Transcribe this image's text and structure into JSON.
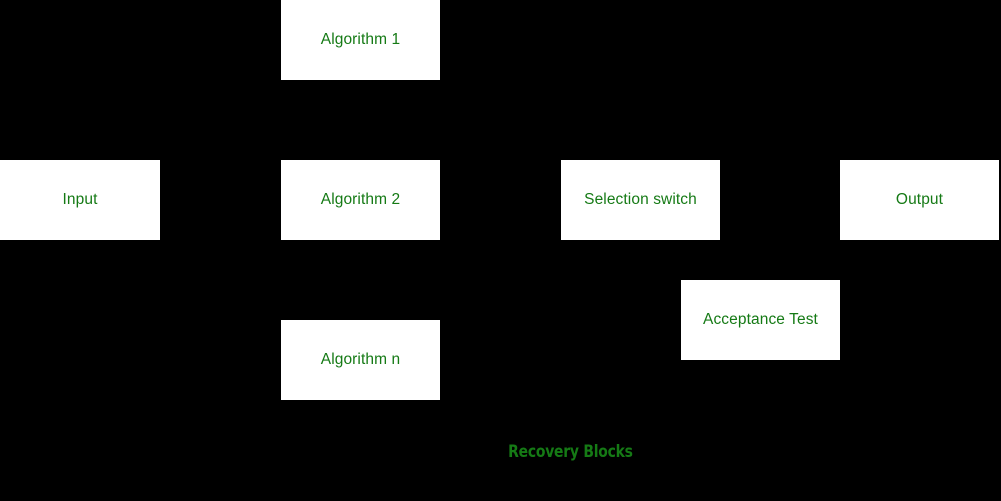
{
  "diagram": {
    "title": "Recovery Blocks",
    "background_color": "#000000",
    "node_fill_color": "#ffffff",
    "text_color": "#157a15",
    "caption": "Recovery Blocks",
    "nodes": [
      {
        "id": "algorithm-1",
        "label": "Algorithm 1"
      },
      {
        "id": "input",
        "label": "Input"
      },
      {
        "id": "algorithm-2",
        "label": "Algorithm 2"
      },
      {
        "id": "selection-switch",
        "label": "Selection switch"
      },
      {
        "id": "output",
        "label": "Output"
      },
      {
        "id": "acceptance-test",
        "label": "Acceptance Test"
      },
      {
        "id": "algorithm-n",
        "label": "Algorithm n"
      }
    ]
  }
}
